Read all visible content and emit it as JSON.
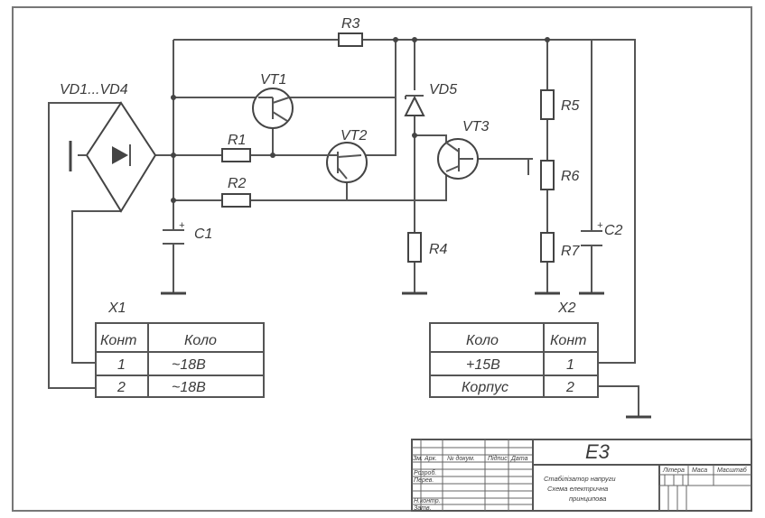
{
  "schematic": {
    "components": {
      "bridge": "VD1...VD4",
      "vt1": "VT1",
      "vt2": "VT2",
      "vt3": "VT3",
      "r1": "R1",
      "r2": "R2",
      "r3": "R3",
      "r4": "R4",
      "r5": "R5",
      "r6": "R6",
      "r7": "R7",
      "vd5": "VD5",
      "c1": "C1",
      "c2": "C2",
      "plus_sign": "+"
    }
  },
  "connector_x1": {
    "name": "X1",
    "headers": [
      "Конт",
      "Коло"
    ],
    "rows": [
      [
        "1",
        "~18В"
      ],
      [
        "2",
        "~18В"
      ]
    ]
  },
  "connector_x2": {
    "name": "X2",
    "headers": [
      "Коло",
      "Конт"
    ],
    "rows": [
      [
        "+15В",
        "1"
      ],
      [
        "Корпус",
        "2"
      ]
    ]
  },
  "title_block": {
    "code": "Е3",
    "description_lines": [
      "Стабілізатор напруги",
      "Схема електрична",
      "принципова"
    ],
    "left_labels": [
      "Розроб.",
      "Перев.",
      "Н.контр.",
      "Затв."
    ],
    "header_labels": [
      "Зм.",
      "Арк.",
      "№ докум.",
      "Підпис",
      "Дата"
    ],
    "right_labels": [
      "Літера",
      "Маса",
      "Масштаб"
    ]
  }
}
